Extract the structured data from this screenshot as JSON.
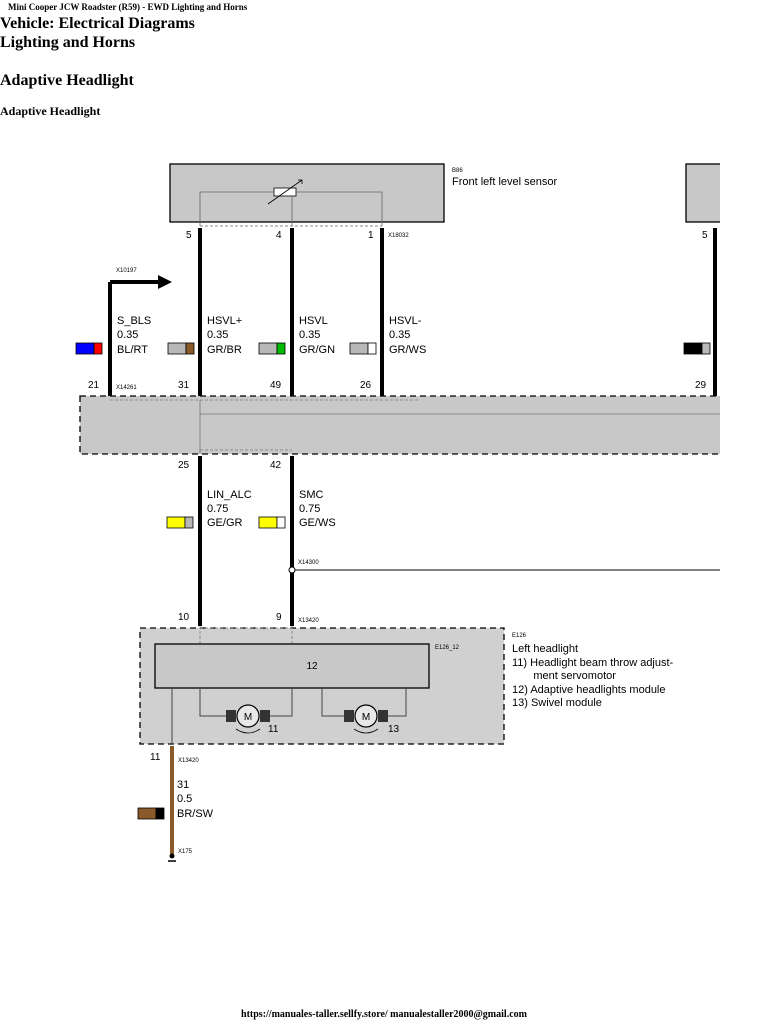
{
  "header": {
    "source_line": "Mini Cooper JCW Roadster (R59) - EWD Lighting and Horns",
    "title_line1": "Vehicle: Electrical Diagrams",
    "title_line2": "Lighting and Horns",
    "section_title": "Adaptive Headlight",
    "subsection_title": "Adaptive Headlight"
  },
  "diagram": {
    "sensor": {
      "ref": "B86",
      "name": "Front left level sensor",
      "connector": "X18032"
    },
    "pins_top": [
      "5",
      "4",
      "1"
    ],
    "right_top_pin": "5",
    "arrow_connector": "X10197",
    "wires_upper": [
      {
        "name": "S_BLS",
        "size": "0.35",
        "color_code": "BL/RT",
        "swatch_a": "#0000ff",
        "swatch_b": "#ff0000"
      },
      {
        "name": "HSVL+",
        "size": "0.35",
        "color_code": "GR/BR",
        "swatch_a": "#b8b8b8",
        "swatch_b": "#8b5a2b"
      },
      {
        "name": "HSVL",
        "size": "0.35",
        "color_code": "GR/GN",
        "swatch_a": "#b8b8b8",
        "swatch_b": "#00bb00"
      },
      {
        "name": "HSVL-",
        "size": "0.35",
        "color_code": "GR/WS",
        "swatch_a": "#b8b8b8",
        "swatch_b": "#ffffff"
      }
    ],
    "right_swatch": {
      "a": "#000000",
      "b": "#b8b8b8"
    },
    "pins_mid": [
      "21",
      "31",
      "49",
      "26",
      "29"
    ],
    "mid_connector": "X14261",
    "pins_lower_top": [
      "25",
      "42"
    ],
    "wires_lower": [
      {
        "name": "LIN_ALC",
        "size": "0.75",
        "color_code": "GE/GR",
        "swatch_a": "#ffff00",
        "swatch_b": "#b8b8b8"
      },
      {
        "name": "SMC",
        "size": "0.75",
        "color_code": "GE/WS",
        "swatch_a": "#ffff00",
        "swatch_b": "#ffffff"
      }
    ],
    "splice_connector": "X14300",
    "pins_headlight": [
      "10",
      "9"
    ],
    "headlight_connector": "X13420",
    "headlight": {
      "ref": "E126",
      "name": "Left headlight",
      "module_ref": "E126_12",
      "module_label": "12",
      "items": [
        "11)  Headlight beam throw adjust-",
        "       ment servomotor",
        "12)  Adaptive headlights module",
        "13)  Swivel module"
      ],
      "motor_symbol": "M",
      "motor1_label": "11",
      "motor2_label": "13"
    },
    "ground": {
      "pin": "11",
      "connector_top": "X13420",
      "name": "31",
      "size": "0.5",
      "color_code": "BR/SW",
      "swatch_a": "#8b5a2b",
      "swatch_b": "#000000",
      "connector_bottom": "X175"
    }
  },
  "footer": {
    "text": "https://manuales-taller.sellfy.store/     manualestaller2000@gmail.com"
  }
}
